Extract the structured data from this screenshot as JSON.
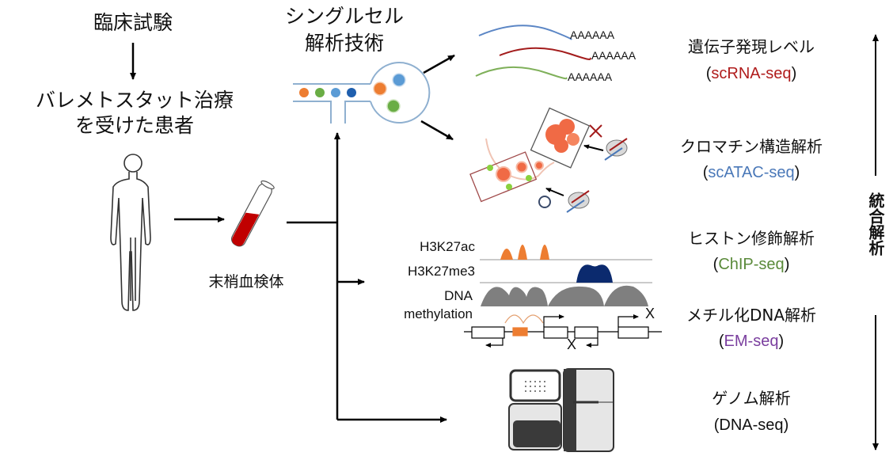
{
  "left": {
    "clinical_trial": "臨床試験",
    "patients_line1": "バレメトスタット治療",
    "patients_line2": "を受けた患者",
    "sample": "末梢血検体"
  },
  "single_cell": {
    "title_line1": "シングルセル",
    "title_line2": "解析技術"
  },
  "polyA_labels": [
    "AAAAAA",
    "AAAAAA",
    "AAAAAA"
  ],
  "track_labels": {
    "h3k27ac": "H3K27ac",
    "h3k27me3": "H3K27me3",
    "dna_line1": "DNA",
    "dna_line2": "methylation"
  },
  "gene_marks": {
    "x1": "X",
    "x2": "X"
  },
  "analyses": [
    {
      "name": "遺伝子発現レベル",
      "method": "scRNA-seq",
      "color": "#b01c1c"
    },
    {
      "name": "クロマチン構造解析",
      "method": "scATAC-seq",
      "color": "#4a78b8"
    },
    {
      "name": "ヒストン修飾解析",
      "method": "ChIP-seq",
      "color": "#5a8a3a"
    },
    {
      "name": "メチル化DNA解析",
      "method": "EM-seq",
      "color": "#7a3e9e"
    },
    {
      "name": "ゲノム解析",
      "method": "DNA-seq",
      "color": "#111111"
    }
  ],
  "integration_label": "統合解析",
  "colors": {
    "orange": "#ed7d31",
    "green": "#6aad45",
    "light_blue": "#5b9bd5",
    "dark_blue": "#1f5fae",
    "navy": "#0b2a6e",
    "gray_peak": "#7f7f7f",
    "blood": "#c00000"
  }
}
